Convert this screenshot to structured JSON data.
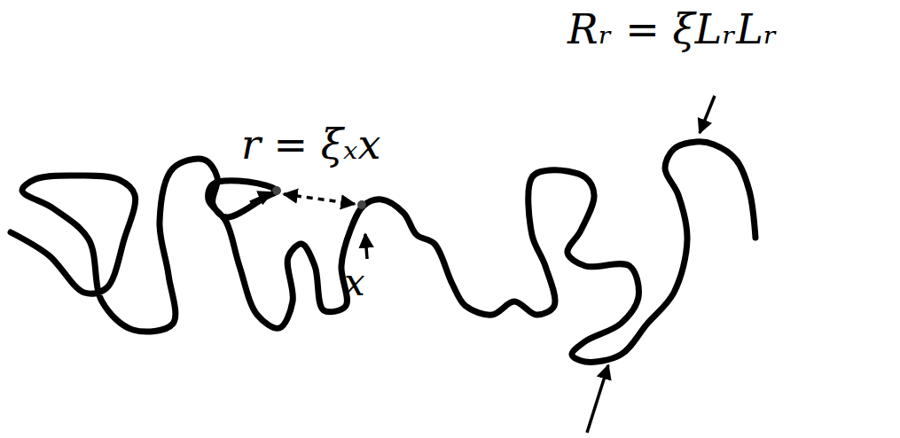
{
  "diagram": {
    "labels": [
      "r = ξₓx",
      "x",
      "Rᵣ = ξLᵣLᵣ"
    ]
  }
}
